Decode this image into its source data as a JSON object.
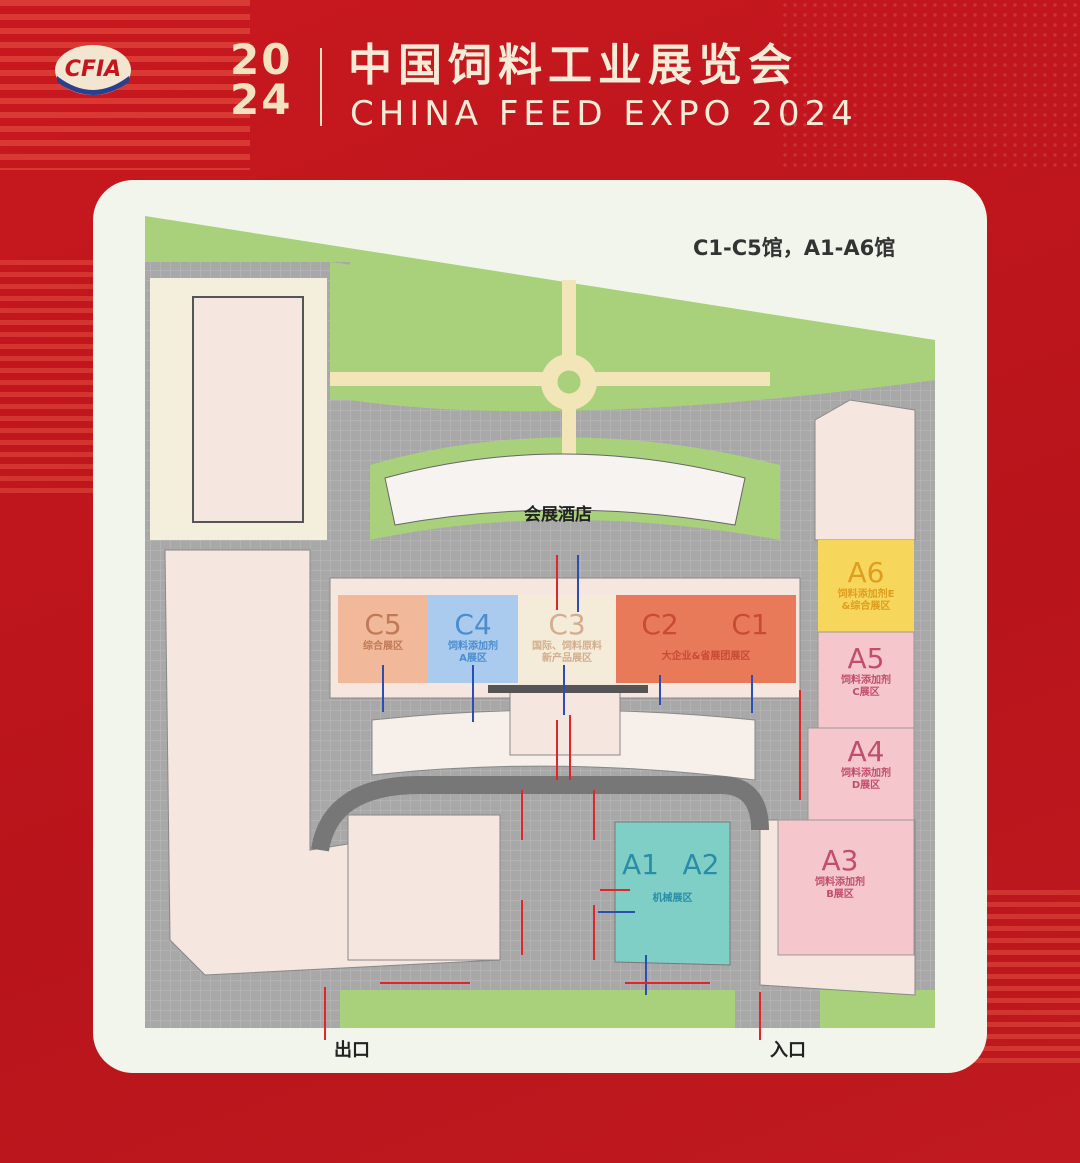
{
  "header": {
    "logo_text": "CFIA",
    "year_top": "20",
    "year_bottom": "24",
    "title_cn": "中国饲料工业展览会",
    "title_en": "CHINA FEED EXPO 2024"
  },
  "map": {
    "legend": "C1-C5馆，A1-A6馆",
    "hotel": "会展酒店",
    "exit": "出口",
    "entrance": "入口",
    "halls": [
      {
        "id": "C5",
        "desc": [
          "综合展区"
        ],
        "fill": "#f1b999",
        "text": "#c07a58"
      },
      {
        "id": "C4",
        "desc": [
          "饲料添加剂",
          "A展区"
        ],
        "fill": "#aacbed",
        "text": "#4a8ed0"
      },
      {
        "id": "C3",
        "desc": [
          "国际、饲料原料",
          "新产品展区"
        ],
        "fill": "#f4ecd9",
        "text": "#d2ae8e"
      },
      {
        "id": "C2",
        "desc": [],
        "fill": "#e87a5a",
        "text": "#c94a35"
      },
      {
        "id": "C1",
        "desc": [
          "大企业&省展团展区"
        ],
        "fill": "#e87a5a",
        "text": "#c94a35"
      },
      {
        "id": "A6",
        "desc": [
          "饲料添加剂E",
          "&综合展区"
        ],
        "fill": "#f6d75c",
        "text": "#e09d20"
      },
      {
        "id": "A5",
        "desc": [
          "饲料添加剂",
          "C展区"
        ],
        "fill": "#f5c7cc",
        "text": "#c24e6c"
      },
      {
        "id": "A4",
        "desc": [
          "饲料添加剂",
          "D展区"
        ],
        "fill": "#f5c7cc",
        "text": "#c24e6c"
      },
      {
        "id": "A3",
        "desc": [
          "饲料添加剂",
          "B展区"
        ],
        "fill": "#f5c7cc",
        "text": "#c24e6c"
      },
      {
        "id": "A1",
        "desc": [],
        "fill": "#80cfc6",
        "text": "#2a8da8"
      },
      {
        "id": "A2",
        "desc": [
          "机械展区"
        ],
        "fill": "#80cfc6",
        "text": "#2a8da8"
      }
    ],
    "colors": {
      "grass": "#a9d07a",
      "pavement": "#a9a9a9",
      "building": "#f6e6e0",
      "path": "#f2e6b8",
      "arrow_in": "#e0262a",
      "arrow_out": "#2a4fb0"
    }
  }
}
